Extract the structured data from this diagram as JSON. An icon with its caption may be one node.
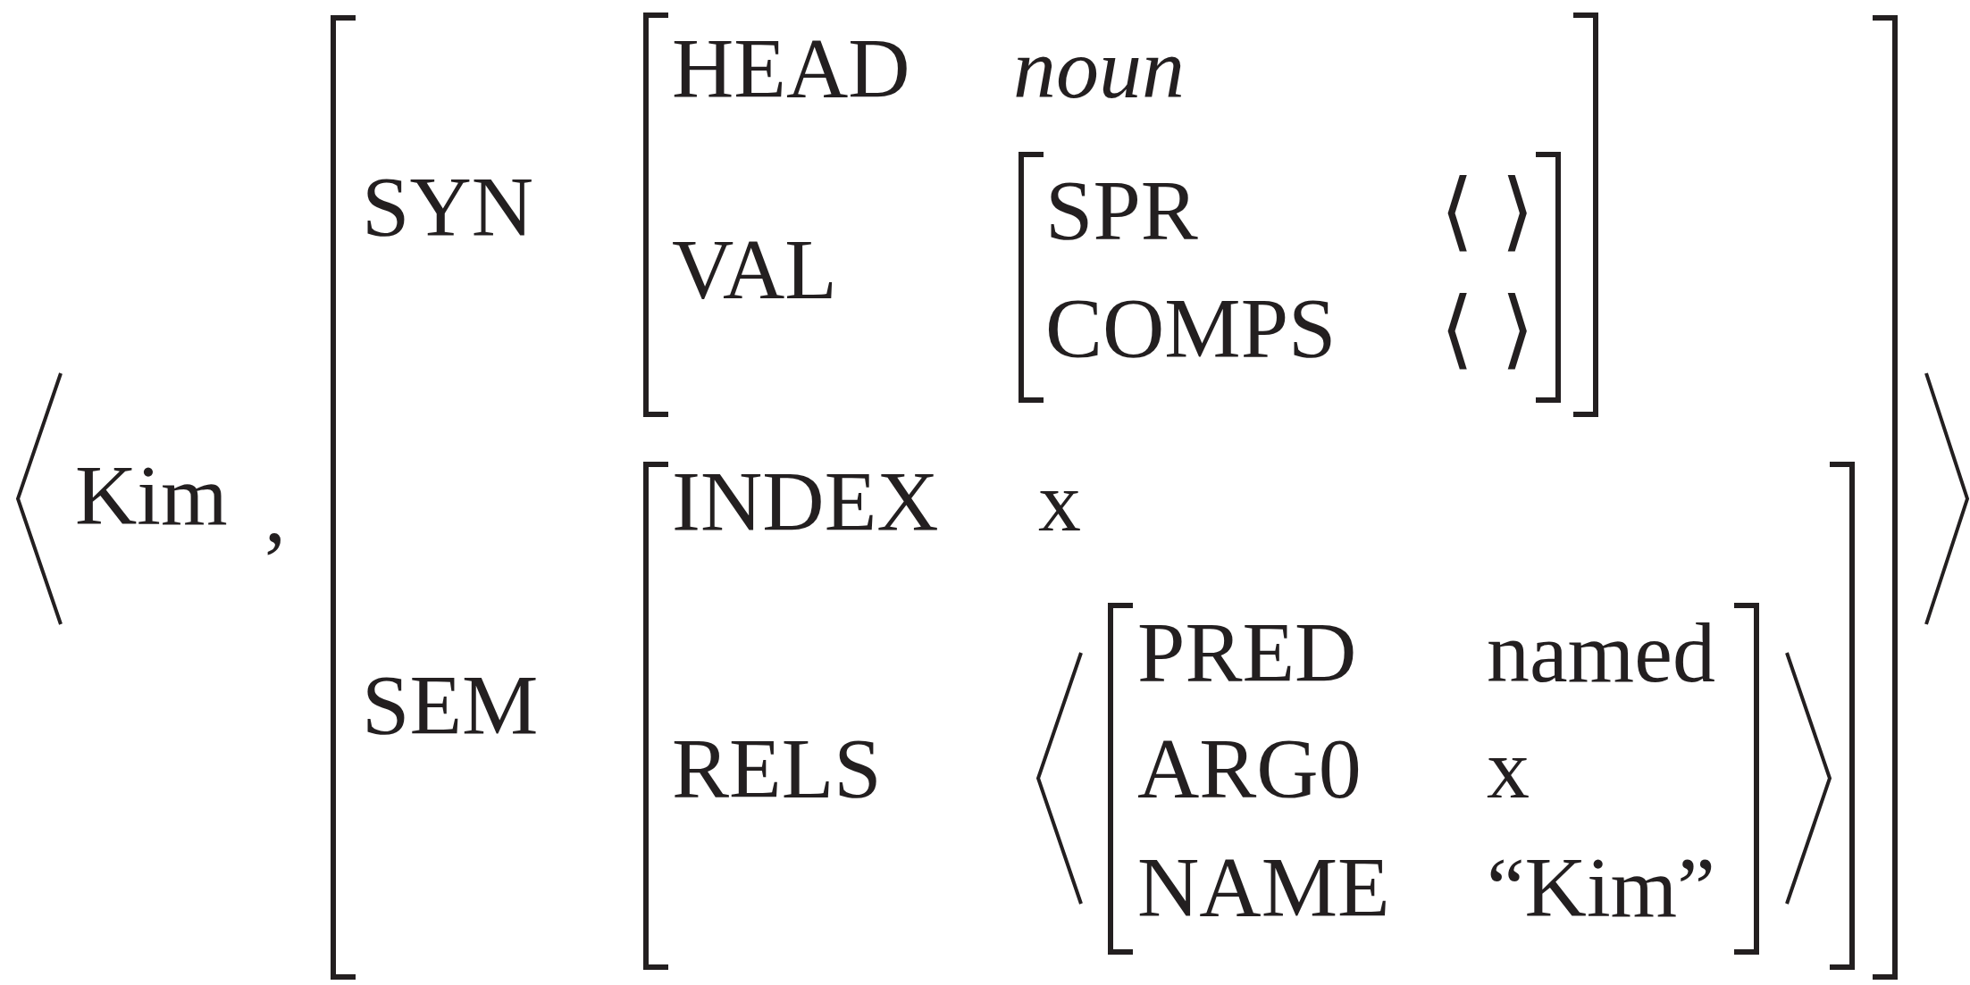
{
  "diagram": {
    "nodes": [
      {
        "text": [
          "SYN",
          "SEM"
        ]
      },
      {
        "text": [
          "HEAD",
          "noun",
          "VAL"
        ],
        "in": 0
      },
      {
        "text": [
          "SPR",
          "⟨ ⟩",
          "COMPS",
          "⟨ ⟩"
        ],
        "in": 1
      },
      {
        "text": [
          "INDEX",
          "x",
          "RELS"
        ],
        "in": 0
      },
      {
        "text": [
          "PRED",
          "named",
          "ARG0",
          "x",
          "NAME",
          "“Kim”"
        ],
        "in": 3
      }
    ],
    "labels": [
      "Kim",
      ","
    ]
  }
}
